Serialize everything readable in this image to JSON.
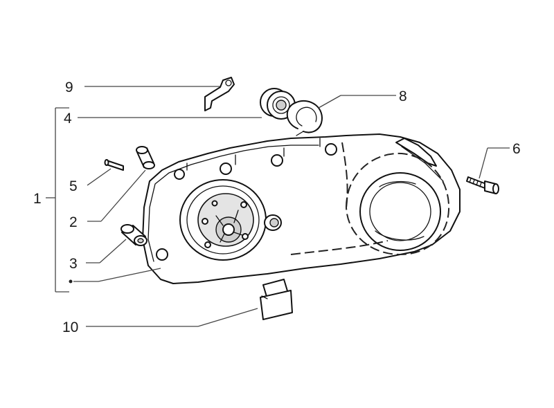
{
  "diagram": {
    "callouts": [
      {
        "id": "1",
        "text": "1"
      },
      {
        "id": "2",
        "text": "2"
      },
      {
        "id": "3",
        "text": "3"
      },
      {
        "id": "4",
        "text": "4"
      },
      {
        "id": "5",
        "text": "5"
      },
      {
        "id": "6",
        "text": "6"
      },
      {
        "id": "8",
        "text": "8"
      },
      {
        "id": "9",
        "text": "9"
      },
      {
        "id": "10",
        "text": "10"
      }
    ],
    "parts": [
      {
        "ref": "1",
        "icon": "transmission-cover-assembly-icon"
      },
      {
        "ref": "2",
        "icon": "bushing-icon"
      },
      {
        "ref": "3",
        "icon": "spacer-icon"
      },
      {
        "ref": "4",
        "icon": "ball-bearing-icon"
      },
      {
        "ref": "5",
        "icon": "dowel-pin-icon"
      },
      {
        "ref": "6",
        "icon": "bolt-icon"
      },
      {
        "ref": "8",
        "icon": "circlip-icon"
      },
      {
        "ref": "9",
        "icon": "bracket-icon"
      },
      {
        "ref": "10",
        "icon": "rubber-block-icon"
      }
    ]
  }
}
